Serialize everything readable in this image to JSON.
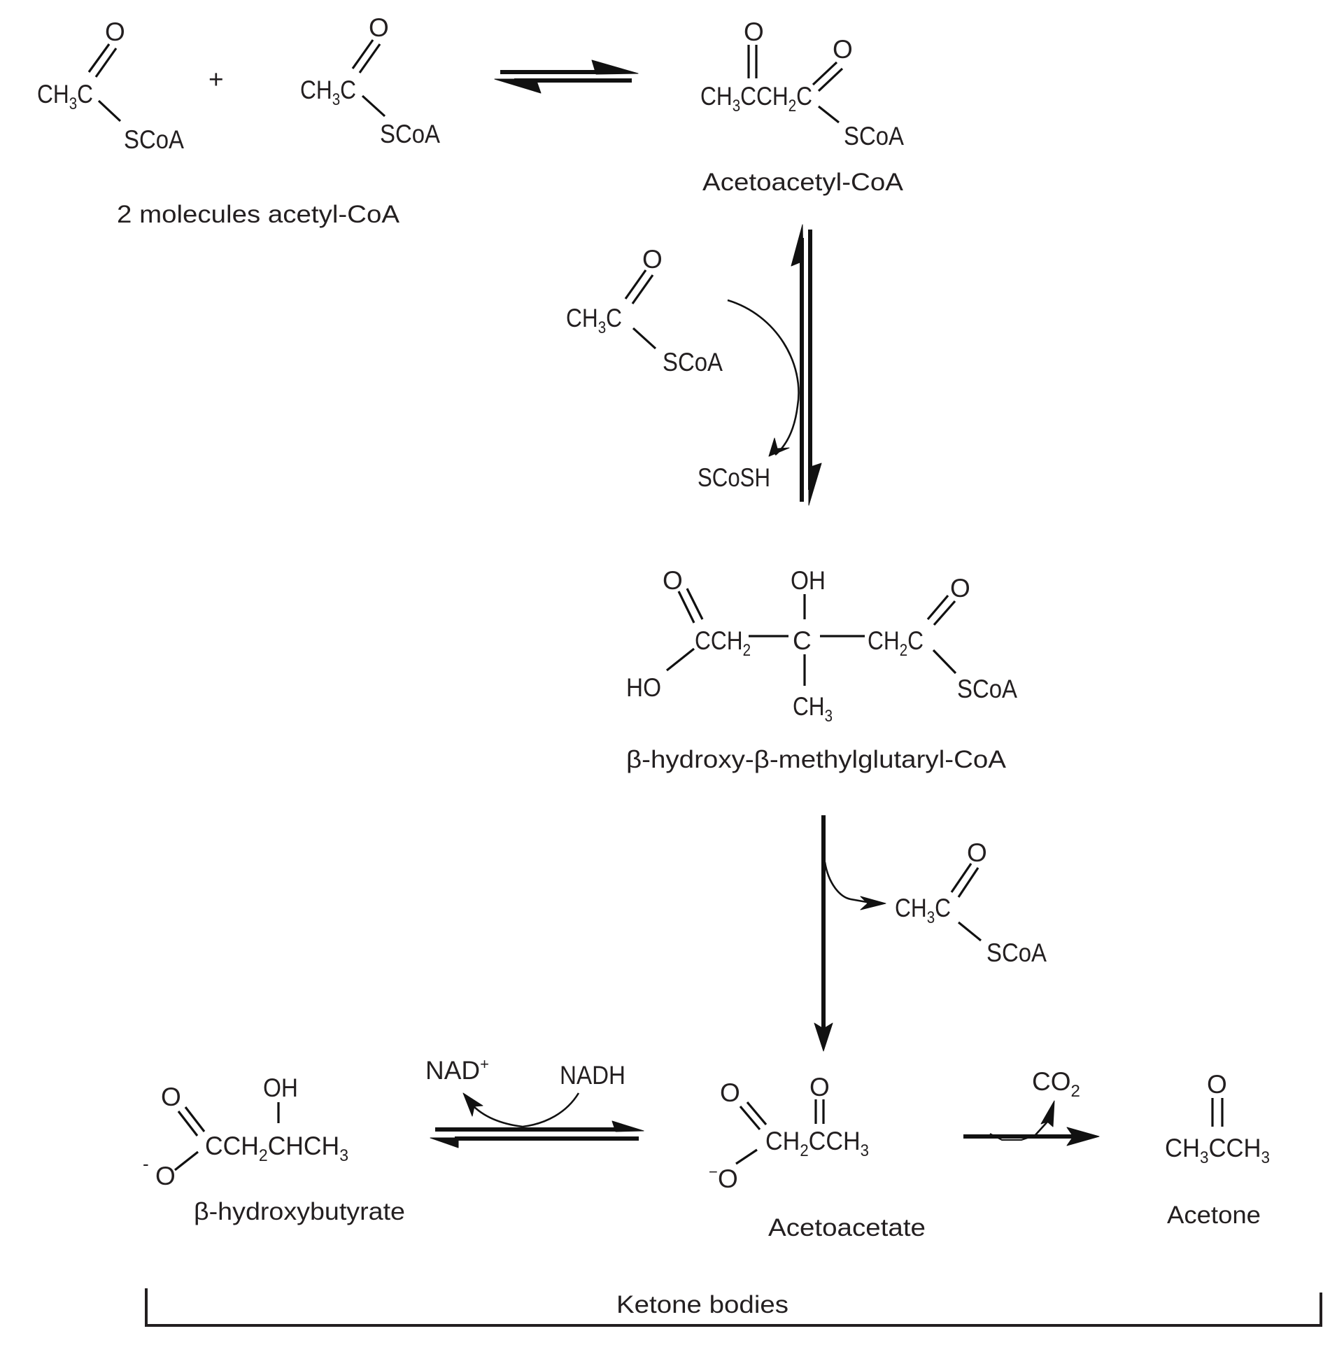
{
  "title": "Ketone body formation",
  "molecules": {
    "acetyl_coa_1": {
      "oxygen": "O",
      "formula": [
        {
          "t": "CH"
        },
        {
          "t": "3",
          "sub": true
        },
        {
          "t": "C"
        }
      ],
      "group": "SCoA"
    },
    "plus": "+",
    "acetyl_coa_2": {
      "oxygen": "O",
      "formula": [
        {
          "t": "CH"
        },
        {
          "t": "3",
          "sub": true
        },
        {
          "t": "C"
        }
      ],
      "group": "SCoA"
    },
    "reactants_label": "2 molecules acetyl-CoA",
    "acetoacetyl_coa": {
      "oxygen_keto": "O",
      "oxygen_thioester": "O",
      "formula": [
        {
          "t": "CH"
        },
        {
          "t": "3",
          "sub": true
        },
        {
          "t": "CCH"
        },
        {
          "t": "2",
          "sub": true
        },
        {
          "t": "C"
        }
      ],
      "group": "SCoA",
      "label": "Acetoacetyl-CoA"
    },
    "acetyl_coa_3": {
      "oxygen": "O",
      "formula": [
        {
          "t": "CH"
        },
        {
          "t": "3",
          "sub": true
        },
        {
          "t": "C"
        }
      ],
      "group": "SCoA"
    },
    "coenzyme_a_released": "SCoSH",
    "hmg_coa": {
      "oxygen_acid": "O",
      "hydroxyl_acid": "HO",
      "left_formula": [
        {
          "t": "CCH"
        },
        {
          "t": "2",
          "sub": true
        }
      ],
      "center_carbon": "C",
      "hydroxyl": "OH",
      "methyl": [
        {
          "t": "CH"
        },
        {
          "t": "3",
          "sub": true
        }
      ],
      "right_formula": [
        {
          "t": "CH"
        },
        {
          "t": "2",
          "sub": true
        },
        {
          "t": "C"
        }
      ],
      "oxygen_thioester": "O",
      "group": "SCoA",
      "label": "β-hydroxy-β-methylglutaryl-CoA"
    },
    "acetyl_coa_4": {
      "oxygen": "O",
      "formula": [
        {
          "t": "CH"
        },
        {
          "t": "3",
          "sub": true
        },
        {
          "t": "C"
        }
      ],
      "group": "SCoA"
    },
    "beta_hydroxybutyrate": {
      "oxygen": "O",
      "hydroxyl": "OH",
      "formula": [
        {
          "t": "CCH"
        },
        {
          "t": "2",
          "sub": true
        },
        {
          "t": "CHCH"
        },
        {
          "t": "3",
          "sub": true
        }
      ],
      "charge": "-",
      "oxygen_anion": "O",
      "label": "β-hydroxybutyrate"
    },
    "cofactors": {
      "nad_plus": [
        {
          "t": "NAD"
        },
        {
          "t": "+",
          "sup": true
        }
      ],
      "nadh": "NADH"
    },
    "acetoacetate": {
      "oxygen_carboxyl": "O",
      "oxygen_keto": "O",
      "formula": [
        {
          "t": "CH"
        },
        {
          "t": "2",
          "sub": true
        },
        {
          "t": "CCH"
        },
        {
          "t": "3",
          "sub": true
        }
      ],
      "charge": "−",
      "oxygen_anion": "O",
      "label": "Acetoacetate"
    },
    "co2": [
      {
        "t": "CO"
      },
      {
        "t": "2",
        "sub": true
      }
    ],
    "acetone": {
      "oxygen": "O",
      "formula": [
        {
          "t": "CH"
        },
        {
          "t": "3",
          "sub": true
        },
        {
          "t": "CCH"
        },
        {
          "t": "3",
          "sub": true
        }
      ],
      "label": "Acetone"
    }
  },
  "bracket_label": "Ketone bodies"
}
